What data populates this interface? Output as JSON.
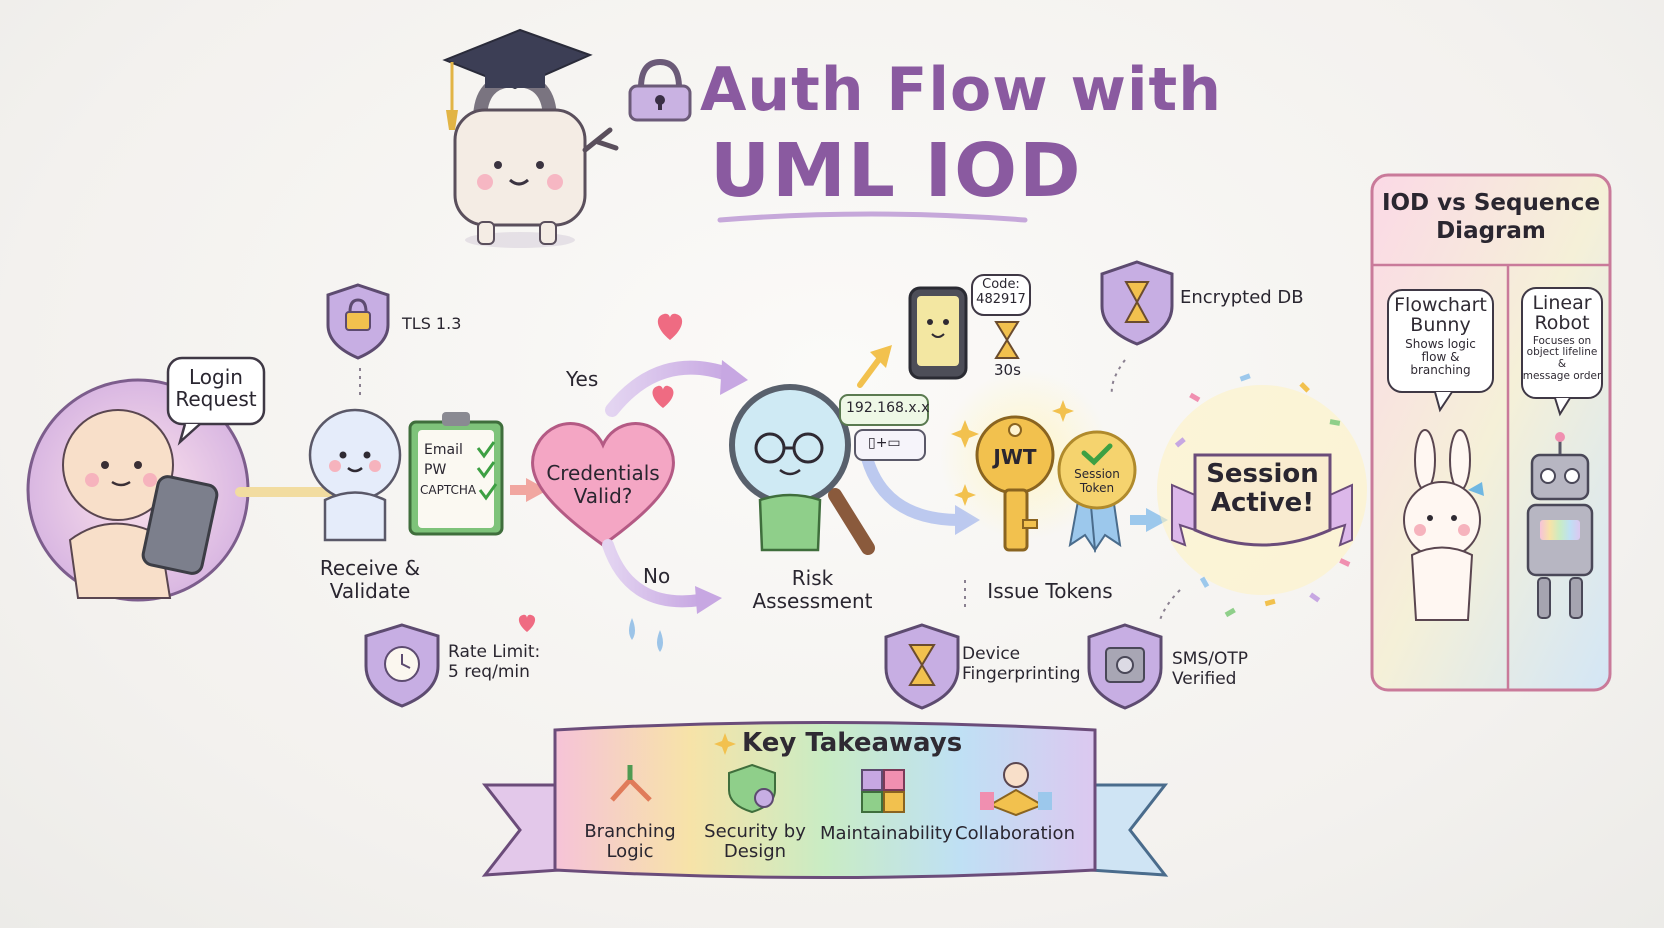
{
  "title": {
    "line1": "Auth Flow with",
    "line2": "UML IOD"
  },
  "flow": {
    "login_request": "Login\nRequest",
    "tls": "TLS 1.3",
    "form": {
      "email": "Email",
      "pw": "PW",
      "captcha": "CAPTCHA"
    },
    "receive_validate": "Receive &\nValidate",
    "decision": "Credentials\nValid?",
    "yes": "Yes",
    "no": "No",
    "rate_limit": "Rate Limit:\n5 req/min",
    "risk_assessment": "Risk\nAssessment",
    "ip": "192.168.x.x",
    "device_pair": "▯+▭",
    "code": "Code:\n482917",
    "timer": "30s",
    "encrypted_db": "Encrypted DB",
    "jwt": "JWT",
    "session_token": "Session\nToken",
    "issue_tokens": "Issue Tokens",
    "device_fingerprinting": "Device\nFingerprinting",
    "sms_otp": "SMS/OTP\nVerified",
    "session_active": "Session\nActive!"
  },
  "takeaways": {
    "title": "Key Takeaways",
    "items": [
      "Branching\nLogic",
      "Security by\nDesign",
      "Maintainability",
      "Collaboration"
    ]
  },
  "comparison": {
    "title": "IOD vs Sequence\nDiagram",
    "left": {
      "name": "Flowchart\nBunny",
      "desc": "Shows logic\nflow &\nbranching"
    },
    "right": {
      "name": "Linear\nRobot",
      "desc": "Focuses on\nobject lifeline &\nmessage order"
    }
  },
  "colors": {
    "title": "#8a5aa0",
    "heart": "#f08fb0",
    "shield": "#b89ad6",
    "key": "#f2c14e",
    "accent_green": "#6fb26f",
    "card_border": "#c97a9a"
  },
  "icons": [
    "graduation-cap-icon",
    "padlock-icon",
    "shield-lock-icon",
    "clock-icon",
    "hourglass-icon",
    "vault-icon",
    "phone-icon",
    "magnifier-icon",
    "key-icon",
    "badge-icon",
    "sparkle-icon",
    "heart-icon",
    "branch-arrows-icon",
    "gear-shield-icon",
    "puzzle-icon",
    "handshake-icon"
  ]
}
